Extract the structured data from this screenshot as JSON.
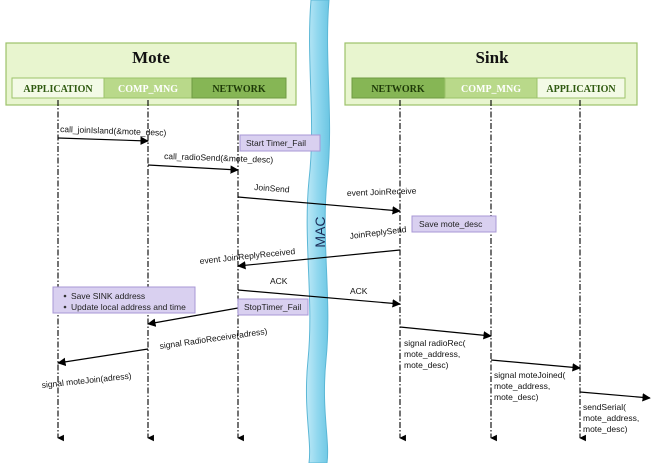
{
  "mote": {
    "title": "Mote",
    "components": [
      "APPLICATION",
      "COMP_MNG",
      "NETWORK"
    ]
  },
  "sink": {
    "title": "Sink",
    "components": [
      "NETWORK",
      "COMP_MNG",
      "APPLICATION"
    ]
  },
  "mac_label": "MAC",
  "notes": {
    "start_timer": "Start Timer_Fail",
    "save_mote_desc": "Save mote_desc",
    "stop_timer": "StopTimer_Fail",
    "save_sink_1": "Save SINK address",
    "save_sink_2": "Update local address and time"
  },
  "messages": {
    "call_join_island": "call_joinIsland(&mote_desc)",
    "call_radio_send": "call_radioSend(&mote_desc)",
    "join_send": "JoinSend",
    "event_join_receive": "event JoinReceive",
    "join_reply_send": "JoinReplySend",
    "event_join_reply_received": "event JoinReplyReceived",
    "ack_left": "ACK",
    "ack_right": "ACK",
    "signal_radio_receive": "signal RadioReceive(adress)",
    "signal_mote_join": "signal moteJoin(adress)",
    "signal_radio_rec": [
      "signal radioRec(",
      "mote_address,",
      "mote_desc)"
    ],
    "signal_mote_joined": [
      "signal moteJoined(",
      "mote_address,",
      "mote_desc)"
    ],
    "send_serial": [
      "sendSerial(",
      "mote_address,",
      "mote_desc)"
    ]
  },
  "colors": {
    "panel_fill": "#e8f5cf",
    "panel_stroke": "#9cc26a",
    "comp_light": "#f3fae6",
    "comp_mid": "#b9d98a",
    "comp_dark": "#86b655",
    "mac_fill": "#8fd7ee",
    "note_fill": "#d9d0f0",
    "note_stroke": "#a897d6"
  }
}
